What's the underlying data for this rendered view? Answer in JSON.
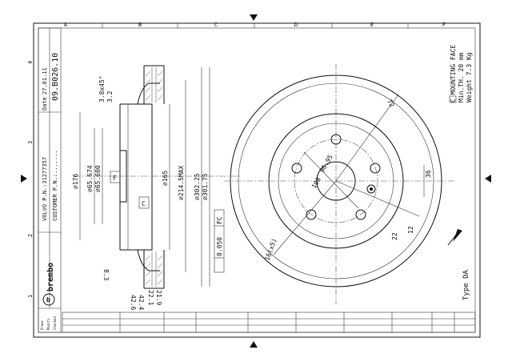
{
  "drawing_number": "09.B026.10",
  "date_label": "Date",
  "date": "27.01.11",
  "brand": "brembo",
  "oem": "VOLVO P.N.:31277357",
  "customer_pn": "CUSTOMER P.N.:.......",
  "notes": {
    "line1": "C MOUNTING FACE",
    "line2": "Min.TH. 20 mm",
    "line3": "Weight 7.3 Kg"
  },
  "type": "Type DA",
  "zone_letters": [
    "A",
    "B",
    "C",
    "D",
    "E",
    "F"
  ],
  "zone_numbers": [
    "1",
    "2",
    "3",
    "4"
  ],
  "dimensions": {
    "d176": "⌀176",
    "d65674": "⌀65.674",
    "d65600": "⌀65.600",
    "d165": "⌀165",
    "d2145": "⌀214.5MAX",
    "d30225": "⌀302.25",
    "d30175": "⌀301.75",
    "chamfer1": "3.8x45°",
    "chamfer2": "3.2",
    "d83": "8.3",
    "d219": "21.9",
    "d221": "22.1",
    "d424": "42.4",
    "d426": "42.6",
    "flatness": "0.050",
    "flat_ref": "FC",
    "d72": "72",
    "d36": "36",
    "d22": "22",
    "d12": "12",
    "d108": "108",
    "d9695": "96.95",
    "holes": "16(x5)"
  },
  "labels": {
    "datum_f": "F",
    "datum_c": "C"
  },
  "title_block": {
    "drawn": "Drawn",
    "revision": "Modifi",
    "check": "Checked"
  }
}
